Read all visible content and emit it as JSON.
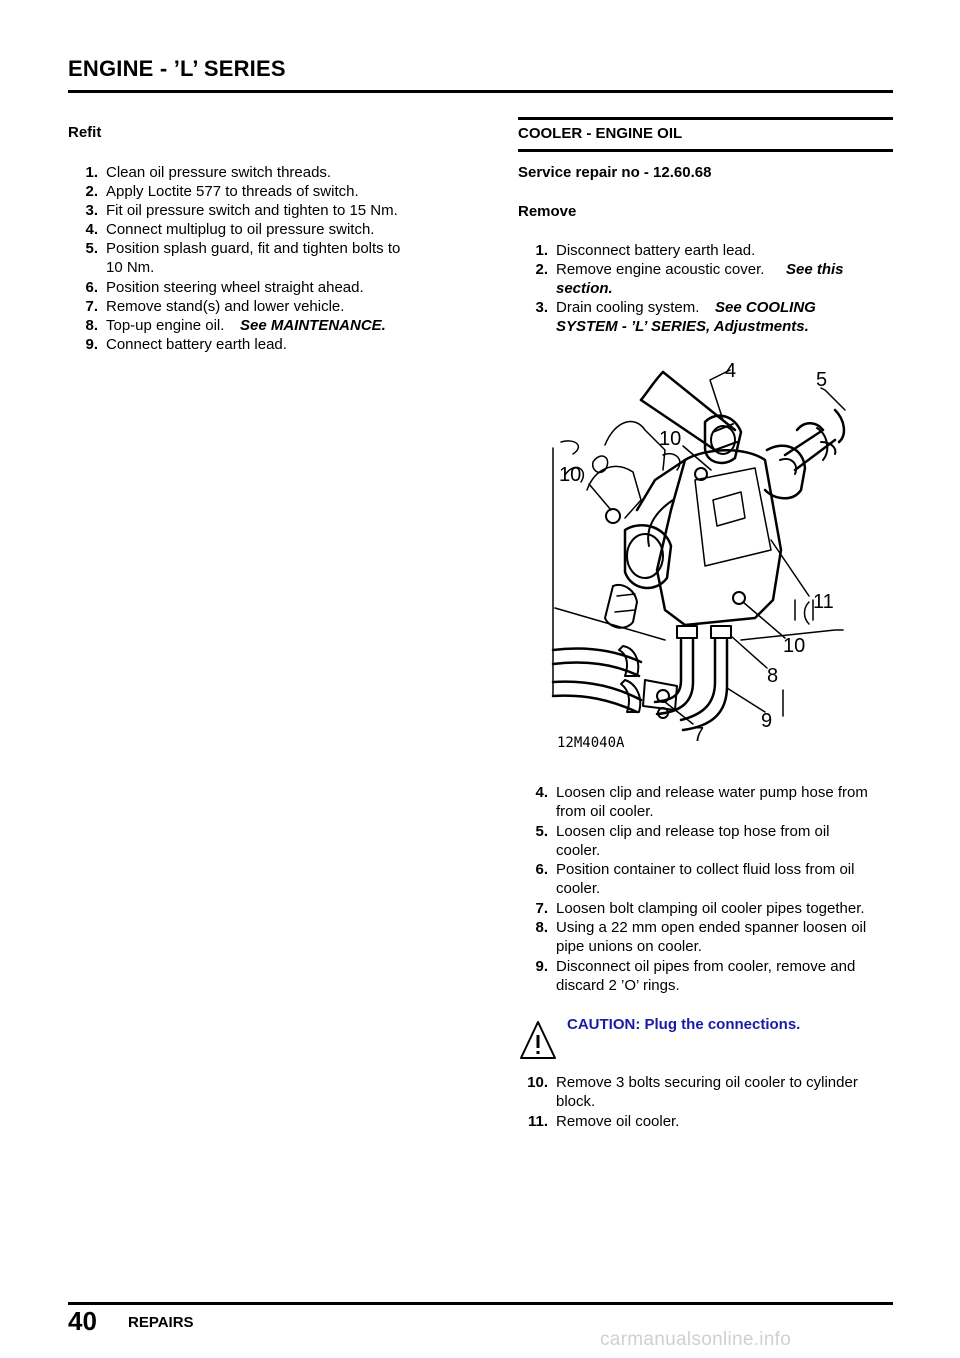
{
  "header": {
    "title": "ENGINE - ’L’ SERIES"
  },
  "left": {
    "heading": "Refit",
    "steps": [
      {
        "num": "1.",
        "text": "Clean oil pressure switch threads."
      },
      {
        "num": "2.",
        "text": "Apply Loctite 577 to threads of switch."
      },
      {
        "num": "3.",
        "text": "Fit oil pressure switch and tighten to 15 Nm."
      },
      {
        "num": "4.",
        "text": "Connect multiplug to oil pressure switch."
      },
      {
        "num": "5.",
        "text": "Position splash guard, fit and tighten bolts to",
        "cont": "10 Nm."
      },
      {
        "num": "6.",
        "text": "Position steering wheel straight ahead."
      },
      {
        "num": "7.",
        "text": "Remove stand(s) and lower vehicle."
      },
      {
        "num": "8.",
        "text": "Top-up engine oil.",
        "ref": "See  MAINTENANCE."
      },
      {
        "num": "9.",
        "text": "Connect battery earth lead."
      }
    ]
  },
  "right": {
    "section_title": "COOLER - ENGINE OIL",
    "service_repair": "Service repair no - 12.60.68",
    "remove_heading": "Remove",
    "steps_top": [
      {
        "num": "1.",
        "text": "Disconnect battery earth lead."
      },
      {
        "num": "2.",
        "text": "Remove engine acoustic cover.",
        "ref": "See this",
        "cont_ref": "section."
      },
      {
        "num": "3.",
        "text": "Drain cooling system.",
        "ref": "See  COOLING",
        "cont_ref": "SYSTEM - ’L’ SERIES, Adjustments."
      }
    ],
    "figure": {
      "id": "12M4040A",
      "callouts": [
        "4",
        "5",
        "10",
        "10",
        "11",
        "10",
        "8",
        "9",
        "7"
      ]
    },
    "steps_bottom": [
      {
        "num": "4.",
        "text": "Loosen clip and release water pump hose from",
        "cont": "from oil cooler."
      },
      {
        "num": "5.",
        "text": "Loosen clip and release top hose from oil",
        "cont": "cooler."
      },
      {
        "num": "6.",
        "text": "Position container to collect fluid loss from oil",
        "cont": "cooler."
      },
      {
        "num": "7.",
        "text": "Loosen bolt clamping oil cooler pipes together."
      },
      {
        "num": "8.",
        "text": "Using a 22 mm open ended spanner loosen oil",
        "cont": "pipe unions on cooler."
      },
      {
        "num": "9.",
        "text": "Disconnect oil pipes from cooler, remove and",
        "cont": "discard 2 ’O’ rings."
      }
    ],
    "caution": "CAUTION: Plug the connections.",
    "steps_final": [
      {
        "num": "10.",
        "text": "Remove 3 bolts securing oil cooler to cylinder",
        "cont": "block."
      },
      {
        "num": "11.",
        "text": "Remove oil cooler."
      }
    ]
  },
  "footer": {
    "page_number": "40",
    "section": "REPAIRS",
    "watermark": "carmanualsonline.info"
  }
}
